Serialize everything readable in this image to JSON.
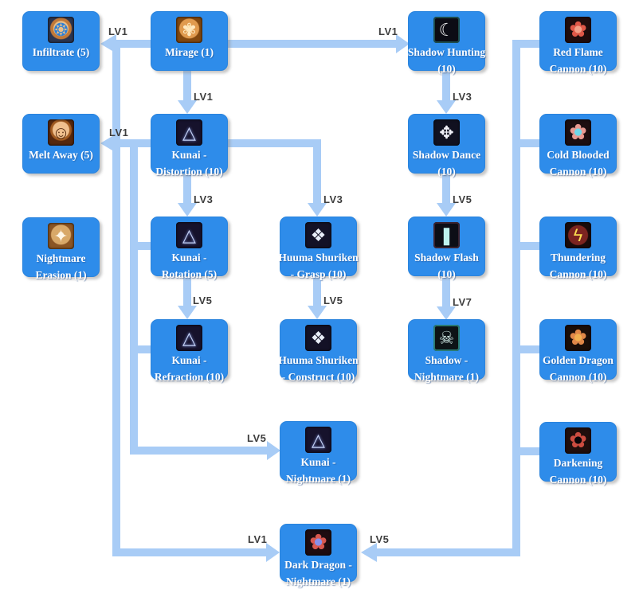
{
  "diagram": {
    "kind": "skill-tree",
    "colors": {
      "node_background": "#2E8CEA",
      "node_text": "#FFFFFF",
      "connector": "#A8CCF6",
      "level_label_text": "#3E3E3E",
      "page_background": "#FFFFFF"
    }
  },
  "nodes": [
    {
      "id": "infiltrate",
      "line1": "Infiltrate (5)",
      "line2": "",
      "icon_name": "infiltrate-swirl-icon",
      "icon_glyph": "❂"
    },
    {
      "id": "mirage",
      "line1": "Mirage (1)",
      "line2": "",
      "icon_name": "mirage-orb-icon",
      "icon_glyph": "✾"
    },
    {
      "id": "shadow-hunting",
      "line1": "Shadow Hunting",
      "line2": "(10)",
      "icon_name": "shadow-hunting-crescent-icon",
      "icon_glyph": "☾"
    },
    {
      "id": "red-flame-cannon",
      "line1": "Red Flame",
      "line2": "Cannon (10)",
      "icon_name": "red-flame-cannon-icon",
      "icon_glyph": "✿"
    },
    {
      "id": "melt-away",
      "line1": "Melt Away (5)",
      "line2": "",
      "icon_name": "melt-away-face-icon",
      "icon_glyph": "☺"
    },
    {
      "id": "kunai-distortion",
      "line1": "Kunai -",
      "line2": "Distortion (10)",
      "icon_name": "kunai-distortion-icon",
      "icon_glyph": "△"
    },
    {
      "id": "shadow-dance",
      "line1": "Shadow Dance",
      "line2": "(10)",
      "icon_name": "shadow-dance-pinwheel-icon",
      "icon_glyph": "✥"
    },
    {
      "id": "cold-blooded-cannon",
      "line1": "Cold Blooded",
      "line2": "Cannon (10)",
      "icon_name": "cold-blooded-cannon-icon",
      "icon_glyph": "✿"
    },
    {
      "id": "nightmare-erasion",
      "line1": "Nightmare",
      "line2": "Erasion (1)",
      "icon_name": "nightmare-erasion-star-icon",
      "icon_glyph": "✦"
    },
    {
      "id": "kunai-rotation",
      "line1": "Kunai -",
      "line2": "Rotation (5)",
      "icon_name": "kunai-rotation-icon",
      "icon_glyph": "△"
    },
    {
      "id": "huuma-shuriken-grasp",
      "line1": "Huuma Shuriken",
      "line2": "- Grasp (10)",
      "icon_name": "huuma-shuriken-grasp-icon",
      "icon_glyph": "❖"
    },
    {
      "id": "shadow-flash",
      "line1": "Shadow Flash",
      "line2": "(10)",
      "icon_name": "shadow-flash-icon",
      "icon_glyph": "❚"
    },
    {
      "id": "thundering-cannon",
      "line1": "Thundering",
      "line2": "Cannon (10)",
      "icon_name": "thundering-cannon-bolt-icon",
      "icon_glyph": "ϟ"
    },
    {
      "id": "kunai-refraction",
      "line1": "Kunai -",
      "line2": "Refraction (10)",
      "icon_name": "kunai-refraction-icon",
      "icon_glyph": "△"
    },
    {
      "id": "huuma-shuriken-construct",
      "line1": "Huuma Shuriken",
      "line2": "- Construct (10)",
      "icon_name": "huuma-shuriken-construct-icon",
      "icon_glyph": "❖"
    },
    {
      "id": "shadow-nightmare",
      "line1": "Shadow -",
      "line2": "Nightmare (1)",
      "icon_name": "shadow-nightmare-skull-icon",
      "icon_glyph": "☠"
    },
    {
      "id": "golden-dragon-cannon",
      "line1": "Golden Dragon",
      "line2": "Cannon (10)",
      "icon_name": "golden-dragon-cannon-icon",
      "icon_glyph": "✿"
    },
    {
      "id": "kunai-nightmare",
      "line1": "Kunai -",
      "line2": "Nightmare (1)",
      "icon_name": "kunai-nightmare-icon",
      "icon_glyph": "△"
    },
    {
      "id": "darkening-cannon",
      "line1": "Darkening",
      "line2": "Cannon (10)",
      "icon_name": "darkening-cannon-icon",
      "icon_glyph": "✿"
    },
    {
      "id": "dark-dragon-nightmare",
      "line1": "Dark Dragon -",
      "line2": "Nightmare (1)",
      "icon_name": "dark-dragon-nightmare-icon",
      "icon_glyph": "✿"
    }
  ],
  "edges": [
    {
      "from": "mirage",
      "to": "infiltrate",
      "label": "LV1"
    },
    {
      "from": "mirage",
      "to": "shadow-hunting",
      "label": "LV1"
    },
    {
      "from": "mirage",
      "to": "kunai-distortion",
      "label": "LV1"
    },
    {
      "from": "kunai-distortion",
      "to": "melt-away",
      "label": "LV1"
    },
    {
      "from": "kunai-distortion",
      "to": "kunai-rotation",
      "label": "LV3"
    },
    {
      "from": "kunai-distortion",
      "to": "huuma-shuriken-grasp",
      "label": "LV3"
    },
    {
      "from": "kunai-rotation",
      "to": "kunai-refraction",
      "label": "LV5"
    },
    {
      "from": "huuma-shuriken-grasp",
      "to": "huuma-shuriken-construct",
      "label": "LV5"
    },
    {
      "from": "shadow-hunting",
      "to": "shadow-dance",
      "label": "LV3"
    },
    {
      "from": "shadow-dance",
      "to": "shadow-flash",
      "label": "LV5"
    },
    {
      "from": "shadow-flash",
      "to": "shadow-nightmare",
      "label": "LV7"
    },
    {
      "from": "kunai-branch",
      "to": "kunai-nightmare",
      "label": "LV5"
    },
    {
      "from": "mirage-branch",
      "to": "dark-dragon-nightmare",
      "label": "LV1"
    },
    {
      "from": "cannon-branch",
      "to": "dark-dragon-nightmare",
      "label": "LV5"
    }
  ]
}
